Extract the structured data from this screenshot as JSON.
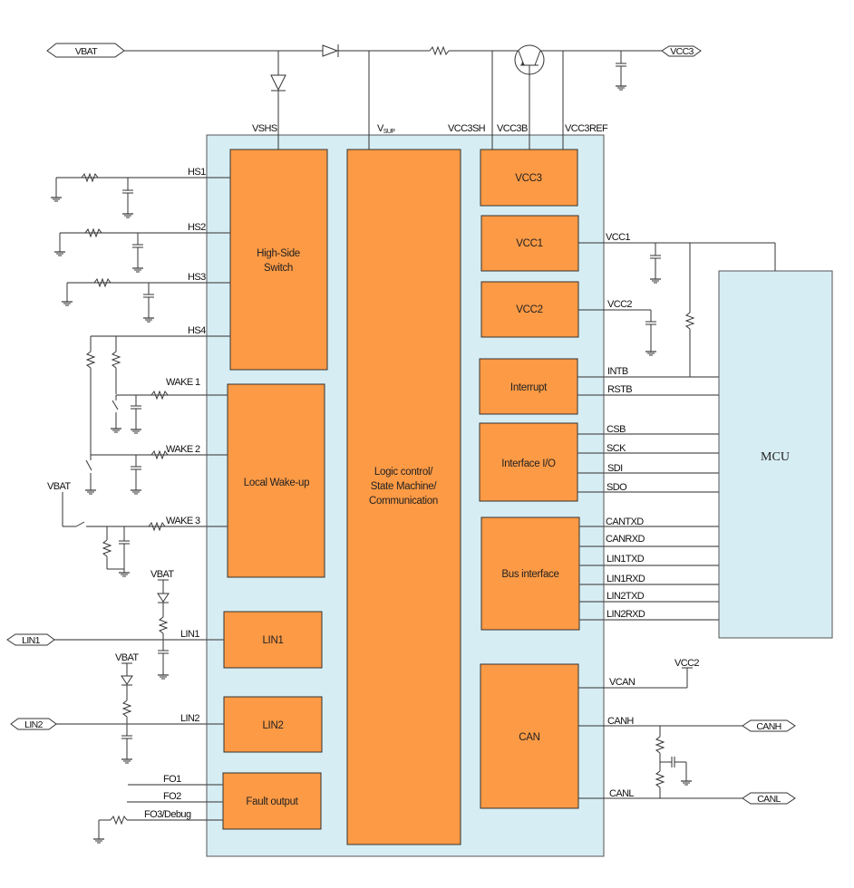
{
  "diagram": {
    "title": "SBC block diagram with MCU",
    "colors": {
      "chip_fill": "#d6edf3",
      "block_fill": "#fd9a45",
      "wire": "#333333"
    },
    "ports": {
      "vbat": "VBAT",
      "vcc3": "VCC3",
      "lin1": "LIN1",
      "lin2": "LIN2",
      "canh": "CANH",
      "canl": "CANL"
    },
    "supply_labels": {
      "vshs": "VSHS",
      "vsup_main": "V",
      "vsup_sub": "SUP",
      "vcc3sh": "VCC3SH",
      "vcc3b": "VCC3B",
      "vcc3ref": "VCC3REF",
      "vbat_wake": "VBAT",
      "vbat_lin1": "VBAT",
      "vbat_lin2": "VBAT",
      "vcc2_can": "VCC2"
    },
    "blocks": {
      "high_side_switch": [
        "High-Side",
        "Switch"
      ],
      "local_wakeup": "Local Wake-up",
      "lin1": "LIN1",
      "lin2": "LIN2",
      "fault_output": "Fault output",
      "logic": [
        "Logic control/",
        "State Machine/",
        "Communication"
      ],
      "vcc3": "VCC3",
      "vcc1": "VCC1",
      "vcc2": "VCC2",
      "interrupt": "Interrupt",
      "interface_io": "Interface I/O",
      "bus_interface": "Bus interface",
      "can": "CAN",
      "mcu": "MCU"
    },
    "left_pins": {
      "hs1": "HS1",
      "hs2": "HS2",
      "hs3": "HS3",
      "hs4": "HS4",
      "wake1": "WAKE 1",
      "wake2": "WAKE 2",
      "wake3": "WAKE 3",
      "lin1": "LIN1",
      "lin2": "LIN2",
      "fo1": "FO1",
      "fo2": "FO2",
      "fo3": "FO3/Debug"
    },
    "right_pins": {
      "vcc1": "VCC1",
      "vcc2": "VCC2",
      "intb": "INTB",
      "rstb": "RSTB",
      "csb": "CSB",
      "sck": "SCK",
      "sdi": "SDI",
      "sdo": "SDO",
      "cantxd": "CANTXD",
      "canrxd": "CANRXD",
      "lin1txd": "LIN1TXD",
      "lin1rxd": "LIN1RXD",
      "lin2txd": "LIN2TXD",
      "lin2rxd": "LIN2RXD",
      "vcan": "VCAN",
      "canh": "CANH",
      "canl": "CANL"
    }
  }
}
